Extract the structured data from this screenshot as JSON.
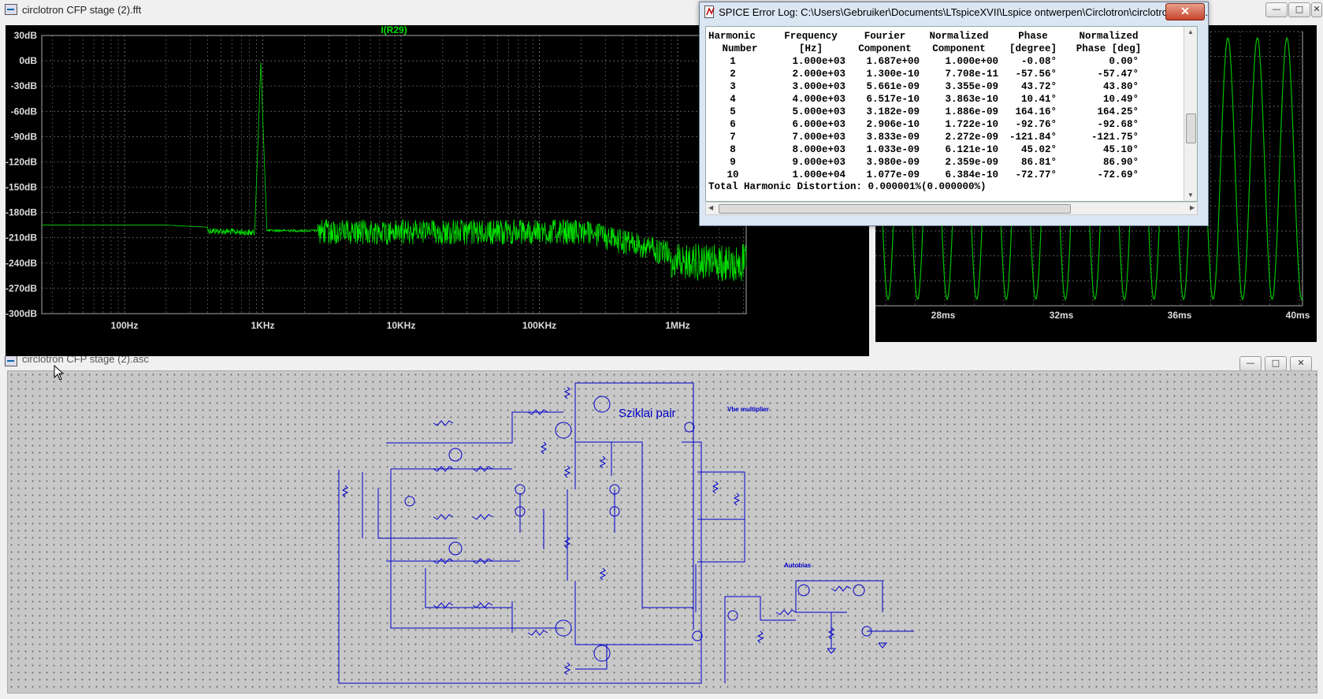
{
  "fft_window": {
    "title": "circlotron CFP stage (2).fft",
    "trace_label": "I(R29)",
    "y_ticks": [
      "0dB",
      "-30dB",
      "-60dB",
      "-90dB",
      "-120dB",
      "-150dB",
      "-180dB",
      "-210dB",
      "-240dB",
      "-270dB",
      "-300dB"
    ],
    "y_top_tick": "30dB",
    "x_ticks": [
      "100Hz",
      "1KHz",
      "10KHz",
      "100KHz",
      "1MHz"
    ],
    "trace_color": "#00e000"
  },
  "transient_window": {
    "x_ticks": [
      "28ms",
      "32ms",
      "36ms",
      "40ms"
    ],
    "trace_color": "#00c000"
  },
  "error_log": {
    "title": "SPICE Error Log: C:\\Users\\Gebruiker\\Documents\\LTspiceXVII\\Lspice ontwerpen\\Circlotron\\circlotron CFP ...",
    "close_label": "✕",
    "headers_row1": [
      "Harmonic",
      "Frequency",
      "Fourier",
      "Normalized",
      "Phase",
      "Normalized"
    ],
    "headers_row2": [
      "Number",
      "[Hz]",
      "Component",
      "Component",
      "[degree]",
      "Phase [deg]"
    ],
    "rows": [
      [
        "1",
        "1.000e+03",
        "1.687e+00",
        "1.000e+00",
        "-0.08°",
        "0.00°"
      ],
      [
        "2",
        "2.000e+03",
        "1.300e-10",
        "7.708e-11",
        "-57.56°",
        "-57.47°"
      ],
      [
        "3",
        "3.000e+03",
        "5.661e-09",
        "3.355e-09",
        "43.72°",
        "43.80°"
      ],
      [
        "4",
        "4.000e+03",
        "6.517e-10",
        "3.863e-10",
        "10.41°",
        "10.49°"
      ],
      [
        "5",
        "5.000e+03",
        "3.182e-09",
        "1.886e-09",
        "164.16°",
        "164.25°"
      ],
      [
        "6",
        "6.000e+03",
        "2.906e-10",
        "1.722e-10",
        "-92.76°",
        "-92.68°"
      ],
      [
        "7",
        "7.000e+03",
        "3.833e-09",
        "2.272e-09",
        "-121.84°",
        "-121.75°"
      ],
      [
        "8",
        "8.000e+03",
        "1.033e-09",
        "6.121e-10",
        "45.02°",
        "45.10°"
      ],
      [
        "9",
        "9.000e+03",
        "3.980e-09",
        "2.359e-09",
        "86.81°",
        "86.90°"
      ],
      [
        "10",
        "1.000e+04",
        "1.077e-09",
        "6.384e-10",
        "-72.77°",
        "-72.69°"
      ]
    ],
    "thd": "Total Harmonic Distortion: 0.000001%(0.000000%)"
  },
  "schematic": {
    "title_partial": "circlotron CFP stage (2).asc",
    "label_sziklai": "Sziklai pair",
    "label_vbe": "Vbe multiplier",
    "label_autobias": "Autobias",
    "wire_color": "#0000cc"
  },
  "window_controls": {
    "minimize": "—",
    "maximize": "□",
    "close": "✕"
  }
}
